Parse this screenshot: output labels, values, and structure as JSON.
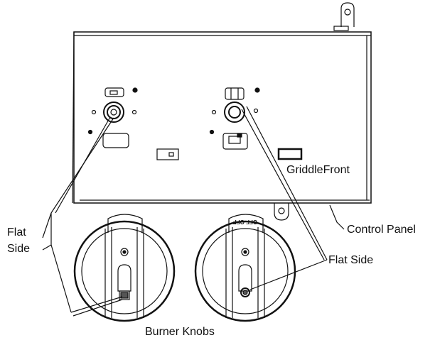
{
  "labels": {
    "flat_side_left_line1": "Flat",
    "flat_side_left_line2": "Side",
    "flat_side_right": "Flat Side",
    "control_panel": "Control Panel",
    "griddle_front": "GriddleFront",
    "burner_knobs": "Burner Knobs"
  },
  "knob_markings": {
    "right_knob_top": "OFF OFF"
  },
  "colors": {
    "line": "#111111",
    "background": "#ffffff"
  }
}
